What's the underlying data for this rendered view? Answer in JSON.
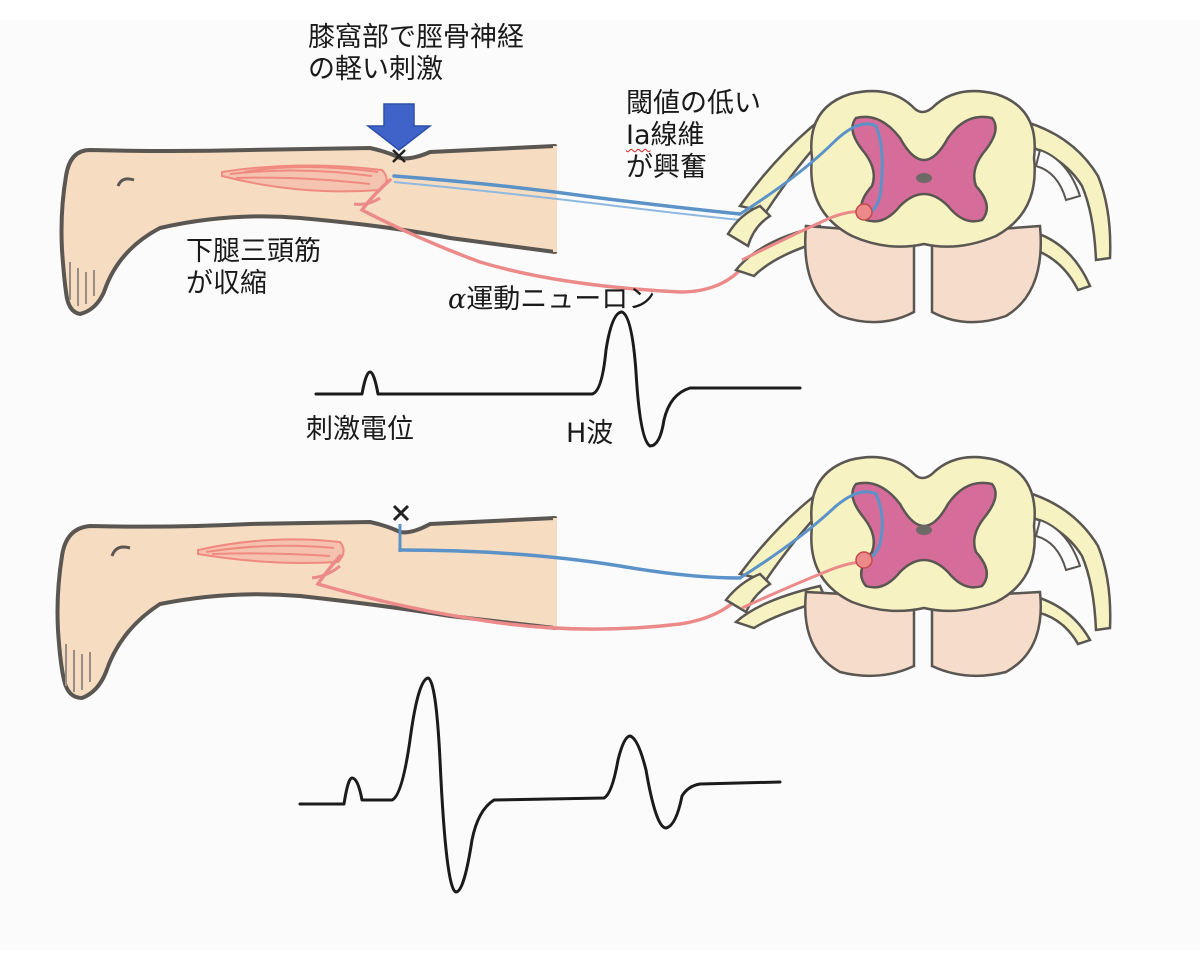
{
  "labels": {
    "stimulus": [
      "膝窩部で脛骨神経",
      "の軽い刺激"
    ],
    "fiber": {
      "line1": "閾値の低い",
      "line2_prefix": "Ia",
      "line2_rest": "線維",
      "line3": "が興奮"
    },
    "muscle": [
      "下腿三頭筋",
      "が収縮"
    ],
    "motor_neuron": {
      "greek": "α",
      "text": "運動ニューロン"
    },
    "stim_potential": "刺激電位",
    "h_wave": "H波"
  },
  "colors": {
    "background": "#ffffff",
    "leg_skin": "#f6dcc0",
    "outline": "#5a5652",
    "sensory_nerve": "#5b93c9",
    "motor_nerve": "#ec8a8a",
    "muscle": "#f08a80",
    "white_matter": "#f6f2c2",
    "gray_matter": "#d66c9a",
    "ventral_lobe": "#f6dccb",
    "arrow": "#3f63c8",
    "waveform": "#1b1b1b"
  }
}
